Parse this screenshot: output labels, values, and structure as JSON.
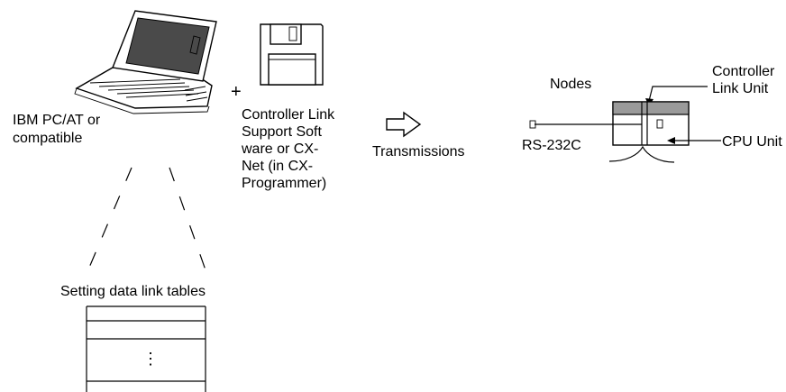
{
  "computer": {
    "label_lines": [
      "IBM PC/AT or",
      "compatible"
    ]
  },
  "plus_sign": "+",
  "software": {
    "label_lines": [
      "Controller Link",
      "Support Soft",
      "ware or CX-",
      "Net (in CX-",
      "Programmer)"
    ]
  },
  "transmission": {
    "label": "Transmissions"
  },
  "plc": {
    "nodes_label": "Nodes",
    "controller_link_unit_lines": [
      "Controller",
      "Link Unit"
    ],
    "cpu_unit_label": "CPU Unit",
    "rs232c_label": "RS-232C"
  },
  "table": {
    "title": "Setting data link tables",
    "ellipsis": "⋮"
  },
  "colors": {
    "line": "#000000",
    "unit_header_gray": "#9a9a9a",
    "laptop_screen": "#4a4a4a",
    "background": "#ffffff"
  }
}
